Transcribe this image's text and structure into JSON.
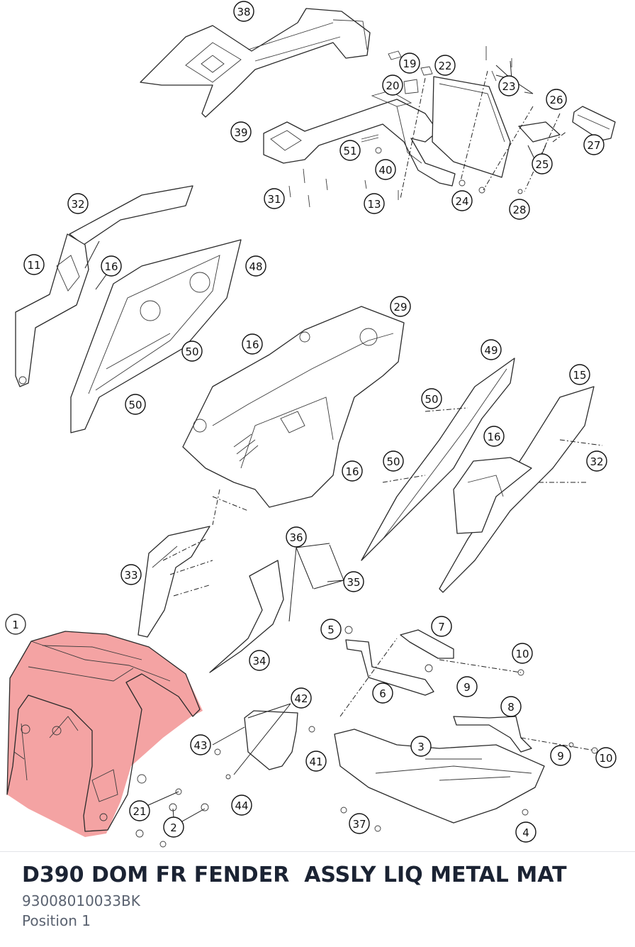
{
  "part": {
    "title": "D390 DOM FR FENDER  ASSLY LIQ METAL MAT",
    "number": "93008010033BK",
    "position": "Position 1",
    "highlight_color": "#f07c7c"
  },
  "callouts": [
    {
      "label": "38"
    },
    {
      "label": "19"
    },
    {
      "label": "22"
    },
    {
      "label": "23"
    },
    {
      "label": "20"
    },
    {
      "label": "26"
    },
    {
      "label": "27"
    },
    {
      "label": "39"
    },
    {
      "label": "51"
    },
    {
      "label": "40"
    },
    {
      "label": "25"
    },
    {
      "label": "31"
    },
    {
      "label": "13"
    },
    {
      "label": "24"
    },
    {
      "label": "28"
    },
    {
      "label": "32"
    },
    {
      "label": "11"
    },
    {
      "label": "16"
    },
    {
      "label": "48"
    },
    {
      "label": "50"
    },
    {
      "label": "50"
    },
    {
      "label": "29"
    },
    {
      "label": "16"
    },
    {
      "label": "49"
    },
    {
      "label": "15"
    },
    {
      "label": "50"
    },
    {
      "label": "16"
    },
    {
      "label": "50"
    },
    {
      "label": "32"
    },
    {
      "label": "16"
    },
    {
      "label": "36"
    },
    {
      "label": "33"
    },
    {
      "label": "35"
    },
    {
      "label": "1"
    },
    {
      "label": "5"
    },
    {
      "label": "7"
    },
    {
      "label": "34"
    },
    {
      "label": "10"
    },
    {
      "label": "6"
    },
    {
      "label": "9"
    },
    {
      "label": "42"
    },
    {
      "label": "8"
    },
    {
      "label": "43"
    },
    {
      "label": "3"
    },
    {
      "label": "9"
    },
    {
      "label": "10"
    },
    {
      "label": "41"
    },
    {
      "label": "21"
    },
    {
      "label": "44"
    },
    {
      "label": "2"
    },
    {
      "label": "37"
    },
    {
      "label": "4"
    }
  ]
}
